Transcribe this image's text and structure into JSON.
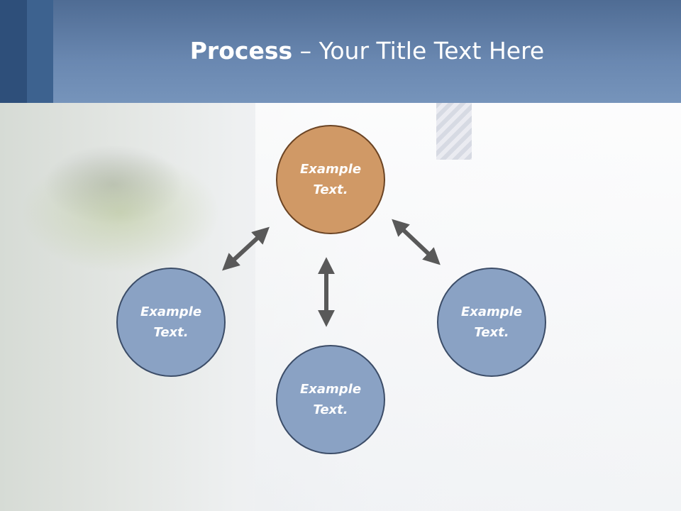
{
  "slide": {
    "title_bold": "Process",
    "title_rest": " – Your Title Text Here"
  },
  "nodes": {
    "top": {
      "line1": "Example",
      "line2": "Text."
    },
    "left": {
      "line1": "Example",
      "line2": "Text."
    },
    "right": {
      "line1": "Example",
      "line2": "Text."
    },
    "bottom": {
      "line1": "Example",
      "line2": "Text."
    }
  },
  "colors": {
    "header": "#6a88b1",
    "node_blue": "#8aa2c4",
    "node_orange": "#d09966",
    "arrow": "#595959"
  }
}
